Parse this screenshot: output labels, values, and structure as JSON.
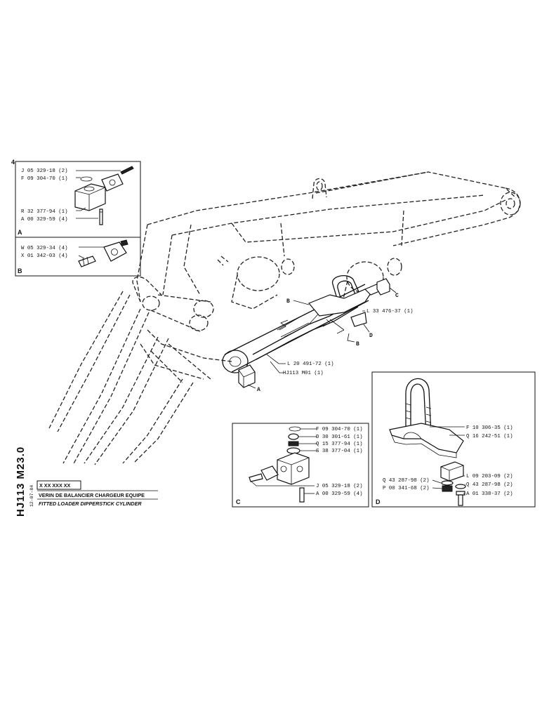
{
  "drawing": {
    "code": "HJ113 M23.0",
    "date": "12-07-84",
    "part_number_box": "X XX XXX XX",
    "title_fr": "VERIN DE BALANCIER CHARGEUR EQUIPE",
    "title_en": "FITTED LOADER DIPPERSTICK CYLINDER",
    "corner_mark": "4"
  },
  "main_view": {
    "callouts": {
      "a": "A",
      "b1": "B",
      "b2": "B",
      "c": "C",
      "d": "D"
    },
    "parts": [
      "L 33 476-37 (1)",
      "L 20 491-72 (1)",
      "HJ113 M01 (1)"
    ]
  },
  "detail_a": {
    "letter": "A",
    "parts": [
      "J 05 329-18 (2)",
      "F 09 304-70 (1)",
      "R 32 377-94 (1)",
      "A 00 329-59 (4)"
    ]
  },
  "detail_b": {
    "letter": "B",
    "parts": [
      "W 05 329-34 (4)",
      "X 01 342-03 (4)"
    ]
  },
  "detail_c": {
    "letter": "C",
    "parts_top": [
      "F 09 304-70 (1)",
      "D 30 301-61 (1)",
      "Q 15 377-94 (1)",
      "S 38 377-04 (1)"
    ],
    "parts_bottom": [
      "J 05 329-18 (2)",
      "A 00 329-59 (4)"
    ]
  },
  "detail_d": {
    "letter": "D",
    "parts_right": [
      "F 10 306-35 (1)",
      "Q 16 242-51 (1)",
      "L 09 203-09 (2)",
      "Q 43 287-98 (2)",
      "A 01 338-37 (2)"
    ],
    "parts_left": [
      "Q 43 287-98 (2)",
      "P 00 341-68 (2)"
    ]
  }
}
